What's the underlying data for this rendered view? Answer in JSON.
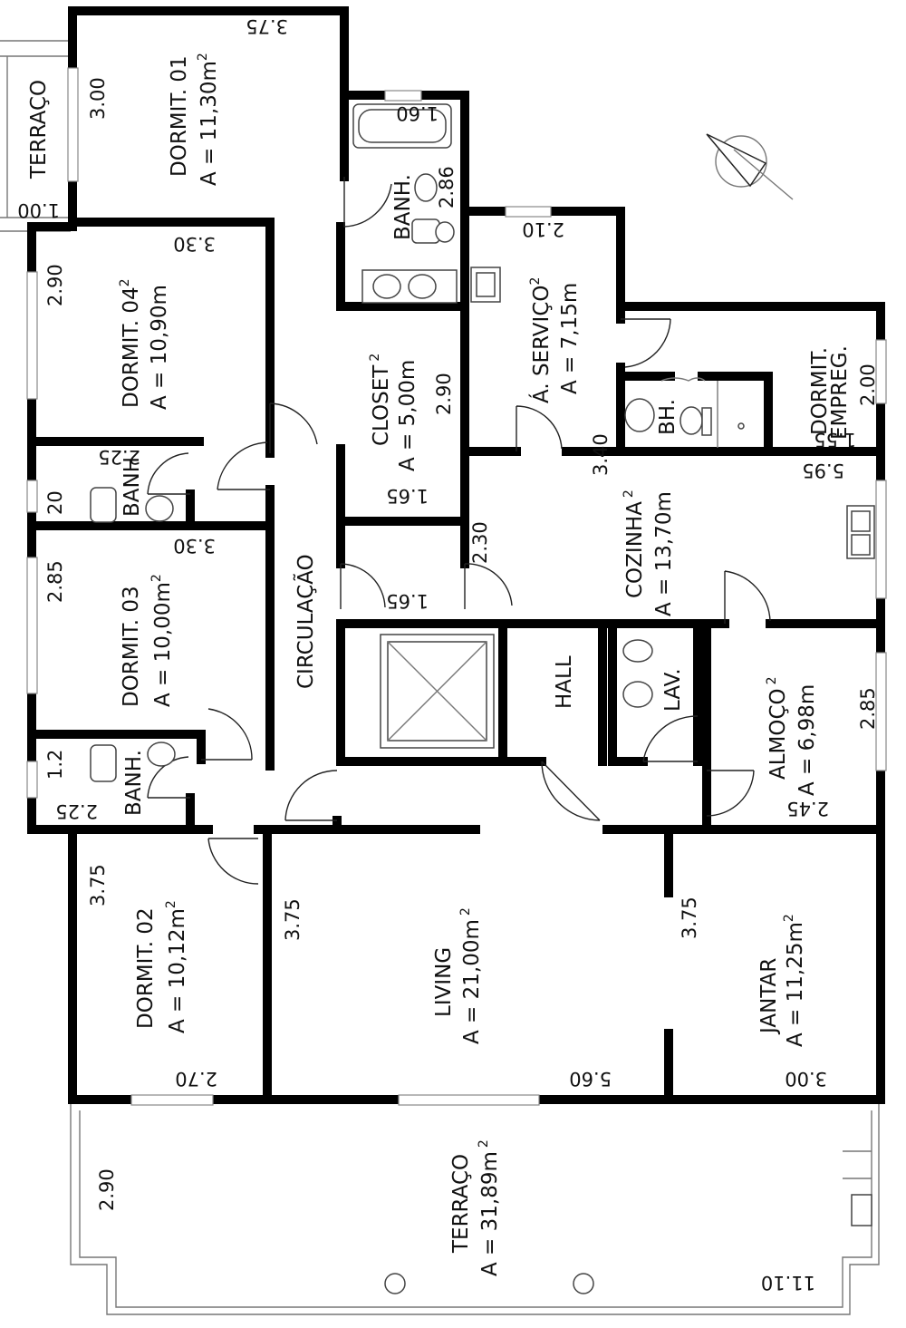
{
  "rooms": {
    "dormit01": {
      "name": "DORMIT. 01",
      "area": "A = 11,30m",
      "sup": "2"
    },
    "dormit04": {
      "name": "DORMIT. 04",
      "area": "A = 10,90m",
      "sup": "2"
    },
    "dormit03": {
      "name": "DORMIT. 03",
      "area": "A = 10,00m",
      "sup": "2"
    },
    "dormit02": {
      "name": "DORMIT. 02",
      "area": "A = 10,12m",
      "sup": "2"
    },
    "closet": {
      "name": "CLOSET",
      "area": "A = 5,00m",
      "sup": "2"
    },
    "area_serv": {
      "name": "Á. SERVIÇO",
      "area": "A = 7,15m",
      "sup": "2"
    },
    "dormit_emp": {
      "name": "DORMIT.",
      "name2": "EMPREG."
    },
    "cozinha": {
      "name": "COZINHA",
      "area": "A = 13,70m",
      "sup": "2"
    },
    "almoco": {
      "name": "ALMOÇO",
      "area": "A = 6,98m",
      "sup": "2"
    },
    "living": {
      "name": "LIVING",
      "area": "A = 21,00m",
      "sup": "2"
    },
    "jantar": {
      "name": "JANTAR",
      "area": "A = 11,25m",
      "sup": "2"
    },
    "terraco": {
      "name": "TERRAÇO",
      "area": "A = 31,89m",
      "sup": "2"
    },
    "terraco_small": {
      "name": "TERRAÇO"
    },
    "circulacao": {
      "name": "CIRCULAÇÃO"
    },
    "hall": {
      "name": "HALL"
    },
    "lav": {
      "name": "LAV."
    },
    "bh": {
      "name": "BH."
    },
    "banh1": {
      "name": "BANH."
    },
    "banh2": {
      "name": "BANH"
    },
    "banh3": {
      "name": "BANH."
    }
  },
  "dimensions": {
    "d375_top": "3.75",
    "d300_left": "3.00",
    "d100": "1.00",
    "d160": "1.60",
    "d286": "2.86",
    "d330_a": "3.30",
    "d290_a": "2.90",
    "d225_a": "2.25",
    "d20": "20",
    "d330_b": "3.30",
    "d285_a": "2.85",
    "d12": "1.2",
    "d225_b": "2.25",
    "d290_closet": "2.90",
    "d165_a": "1.65",
    "d230": "2.30",
    "d165_b": "1.65",
    "d210": "2.10",
    "d340": "3.40",
    "d200": "2.00",
    "d155": "1.55",
    "d595": "5.95",
    "d285_b": "2.85",
    "d245": "2.45",
    "d375_d2": "3.75",
    "d375_liv": "3.75",
    "d375_jan": "3.75",
    "d270": "2.70",
    "d560": "5.60",
    "d300_jan": "3.00",
    "d290_ter": "2.90",
    "d1110": "11.10"
  }
}
